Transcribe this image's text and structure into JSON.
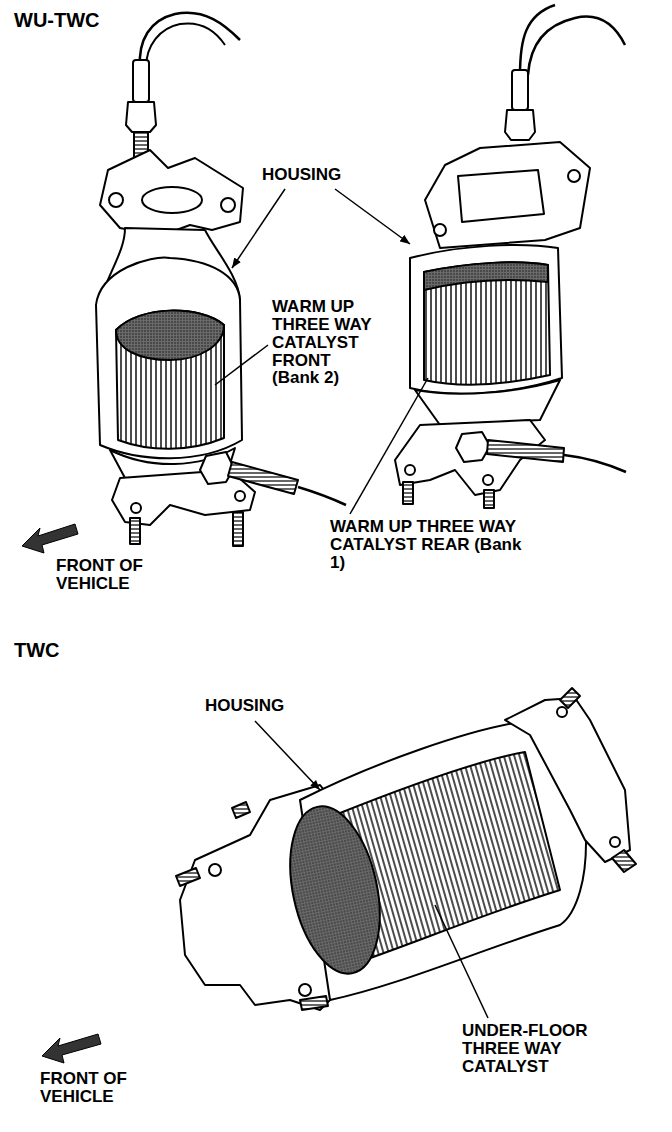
{
  "diagram": {
    "labels": [
      "WU-TWC",
      "HOUSING",
      "WARM UP THREE WAY CATALYST FRONT (Bank 2)",
      "FRONT OF VEHICLE",
      "WARM UP THREE WAY CATALYST REAR (Bank 1)",
      "TWC",
      "HOUSING",
      "UNDER-FLOOR THREE WAY CATALYST",
      "FRONT OF VEHICLE"
    ]
  }
}
